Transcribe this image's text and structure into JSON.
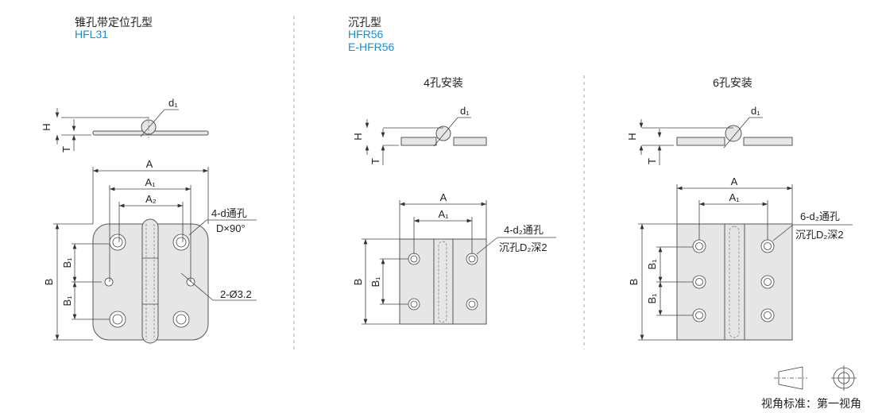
{
  "panel1": {
    "title": "锥孔带定位孔型",
    "codes": [
      "HFL31"
    ],
    "labels": {
      "d1": "d₁",
      "H": "H",
      "T": "T",
      "A": "A",
      "A1": "A₁",
      "A2": "A₂",
      "B": "B",
      "B1": "B₁",
      "hole_note": "4-d通孔",
      "countersink": "D×90°",
      "pilot": "2-Ø3.2"
    }
  },
  "panel2": {
    "title": "沉孔型",
    "codes": [
      "HFR56",
      "E-HFR56"
    ]
  },
  "view4": {
    "title": "4孔安装",
    "labels": {
      "d1": "d₁",
      "H": "H",
      "T": "T",
      "A": "A",
      "A1": "A₁",
      "B": "B",
      "B1": "B₁",
      "hole_note": "4-d₂通孔",
      "counterbore": "沉孔D₂深2"
    }
  },
  "view6": {
    "title": "6孔安装",
    "labels": {
      "d1": "d₁",
      "H": "H",
      "T": "T",
      "A": "A",
      "A1": "A₁",
      "B": "B",
      "B1": "B₁",
      "hole_note": "6-d₂通孔",
      "counterbore": "沉孔D₂深2"
    }
  },
  "legend": {
    "text": "视角标准：第一视角"
  },
  "colors": {
    "accent": "#1a8ed0"
  }
}
